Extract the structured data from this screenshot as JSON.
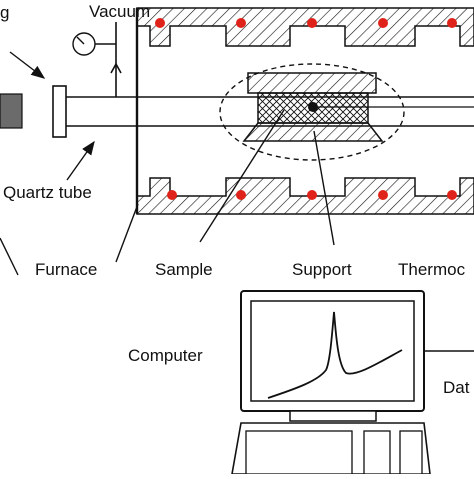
{
  "labels": {
    "top_left_partial": "g",
    "vacuum": "Vacuum",
    "quartz_tube": "Quartz tube",
    "furnace": "Furnace",
    "sample": "Sample",
    "support": "Support",
    "thermocouple_partial": "Thermoc",
    "computer": "Computer",
    "data_partial": "Dat"
  },
  "colors": {
    "stroke": "#111111",
    "heater_dot": "#e0231a",
    "gray_block": "#6b6b6b",
    "background": "#ffffff"
  },
  "icons": {
    "vacuum_gauge": "pressure-gauge-icon",
    "heater_elements": "heater-dot-icon"
  }
}
